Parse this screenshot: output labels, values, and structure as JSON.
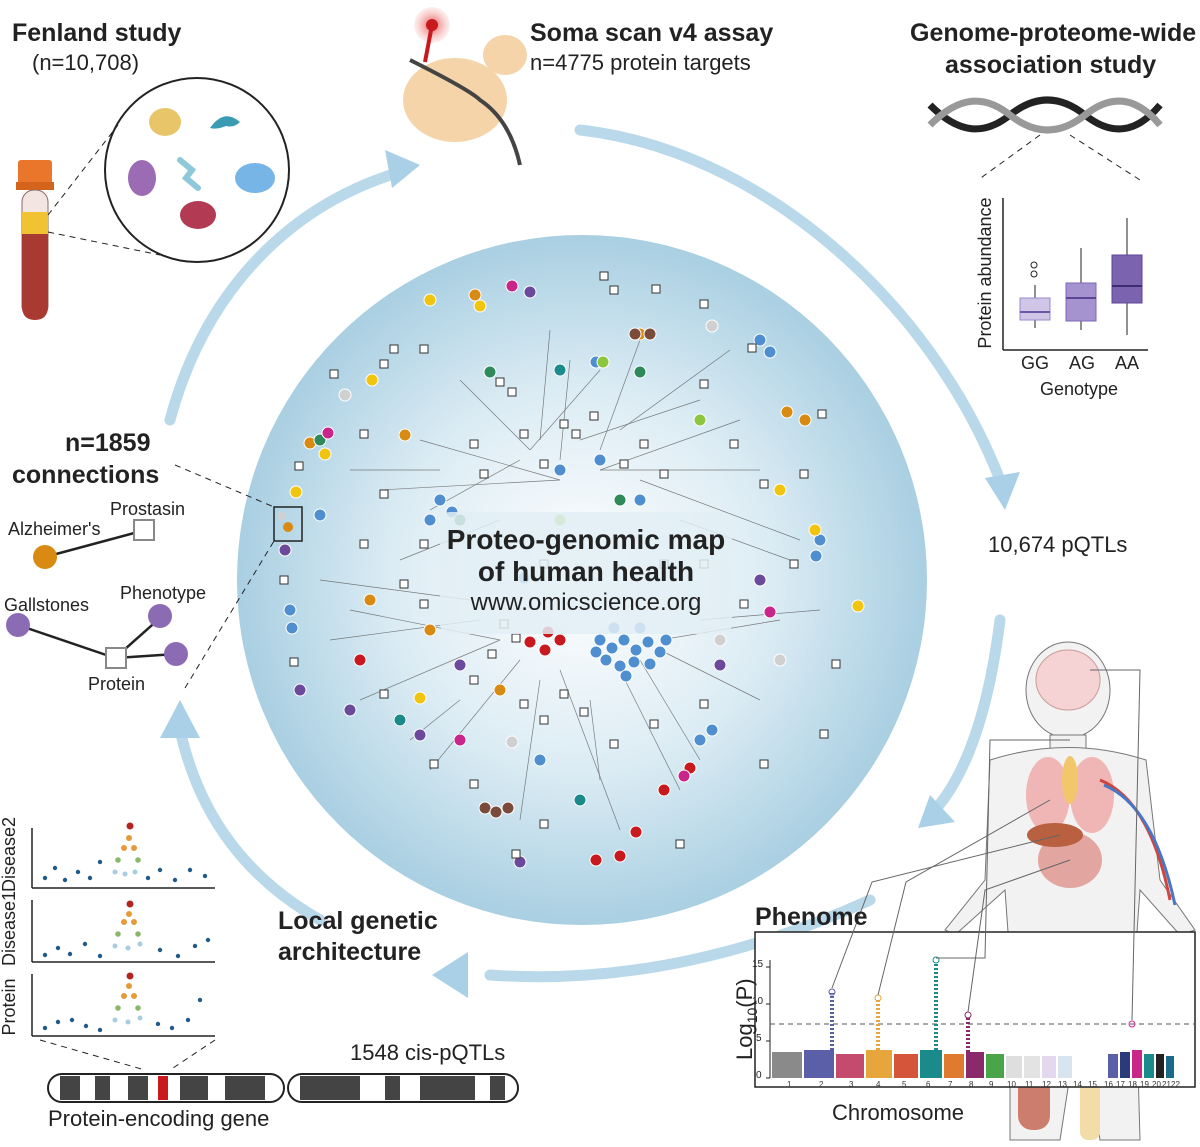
{
  "fenland": {
    "title": "Fenland study",
    "n": "(n=10,708)"
  },
  "soma": {
    "title": "Soma scan v4 assay",
    "targets": "n=4775 protein targets"
  },
  "gpwas": {
    "title_line1": "Genome-proteome-wide",
    "title_line2": "association study"
  },
  "boxplot": {
    "ylabel": "Protein abundance",
    "xlabel": "Genotype",
    "categories": [
      "GG",
      "AG",
      "AA"
    ],
    "colors": [
      "#cfc6e8",
      "#a493cf",
      "#7b63b0"
    ]
  },
  "pqtls": "10,674 pQTLs",
  "connections": {
    "title_line1": "n=1859",
    "title_line2": "connections",
    "alzheimers": "Alzheimer's",
    "prostasin": "Prostasin",
    "gallstones": "Gallstones",
    "phenotype": "Phenotype",
    "protein": "Protein"
  },
  "center": {
    "line1": "Proteo-genomic map",
    "line2": "of human health",
    "url": "www.omicscience.org"
  },
  "local": {
    "line1": "Local genetic",
    "line2": "architecture"
  },
  "regional": {
    "labels": [
      "Disease2",
      "Disease1",
      "Protein"
    ]
  },
  "cis": "1548 cis-pQTLs",
  "gene": "Protein-encoding gene",
  "phenome": {
    "title": "Phenome",
    "ylabel": "Log10(P)",
    "ylabel_main": "Log",
    "ylabel_sub": "10",
    "ylabel_tail": "(P)",
    "xlabel": "Chromosome",
    "yticks": [
      "0",
      "5",
      "10",
      "15"
    ],
    "chromosomes": [
      "1",
      "2",
      "3",
      "4",
      "5",
      "6",
      "7",
      "8",
      "9",
      "10",
      "11",
      "12",
      "13",
      "14",
      "15",
      "16",
      "17",
      "18",
      "19",
      "20",
      "21",
      "22"
    ]
  },
  "colors": {
    "arrow": "#a9d0e6",
    "node_blue": "#4f8fd0",
    "node_purple": "#6b4a9b",
    "node_orange": "#d98a12",
    "node_red": "#c8191e",
    "node_green": "#2e8a5a",
    "node_yellow": "#f1c40f",
    "node_brown": "#7a4a3a"
  }
}
